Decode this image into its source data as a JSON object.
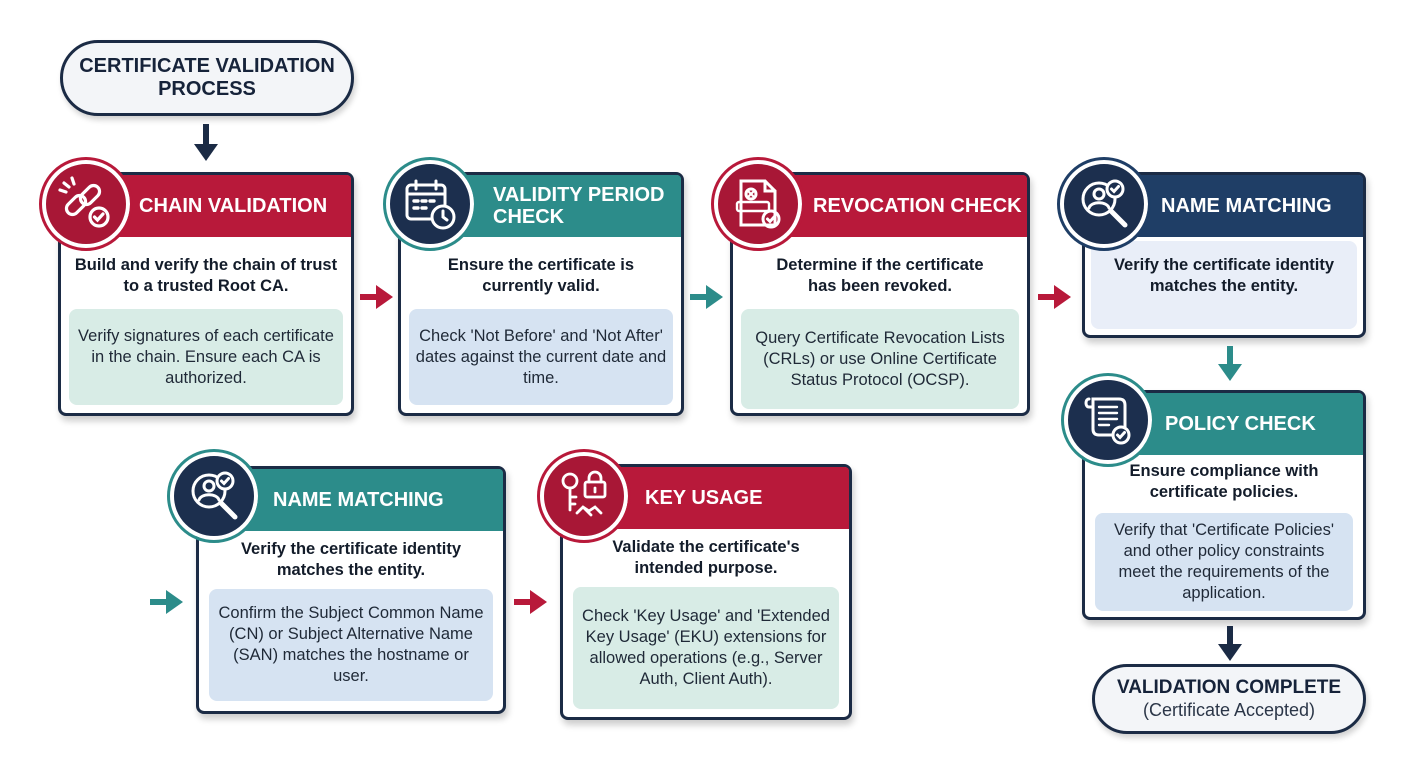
{
  "start": {
    "line1": "CERTIFICATE VALIDATION",
    "line2": "PROCESS"
  },
  "end": {
    "title": "VALIDATION COMPLETE",
    "subtitle": "(Certificate Accepted)"
  },
  "steps": [
    {
      "title": "CHAIN VALIDATION",
      "icon": "broken-chain-check-icon",
      "description": "Build and verify the chain of trust to a trusted Root CA.",
      "detail": "Verify signatures of each certificate in the chain. Ensure each CA is authorized."
    },
    {
      "title": "VALIDITY PERIOD CHECK",
      "icon": "calendar-clock-icon",
      "description": "Ensure the certificate is currently valid.",
      "detail": "Check 'Not Before' and 'Not After' dates against the current date and time."
    },
    {
      "title": "REVOCATION CHECK",
      "icon": "revoked-document-icon",
      "description": "Determine if the certificate has been revoked.",
      "detail": "Query Certificate Revocation Lists (CRLs) or use Online Certificate Status Protocol (OCSP)."
    },
    {
      "title": "NAME MATCHING",
      "icon": "magnifier-person-icon",
      "description": "Verify the certificate identity matches the entity.",
      "detail": ""
    },
    {
      "title": "POLICY CHECK",
      "icon": "policy-scroll-icon",
      "description": "Ensure compliance with certificate policies.",
      "detail": "Verify that 'Certificate Policies' and other policy constraints meet the requirements of the application."
    },
    {
      "title": "NAME MATCHING",
      "icon": "magnifier-person-icon",
      "description": "Verify the certificate identity matches the entity.",
      "detail": "Confirm the Subject Common Name (CN) or Subject Alternative Name (SAN) matches the hostname or user."
    },
    {
      "title": "KEY USAGE",
      "icon": "key-lock-handshake-icon",
      "description": "Validate the certificate's intended purpose.",
      "detail": "Check 'Key Usage' and 'Extended Key Usage' (EKU) extensions for allowed operations (e.g., Server Auth, Client Auth)."
    }
  ],
  "colors": {
    "red": "#b8193a",
    "teal": "#2c8c8a",
    "navy": "#1f3e66",
    "outline": "#1b2b45"
  }
}
